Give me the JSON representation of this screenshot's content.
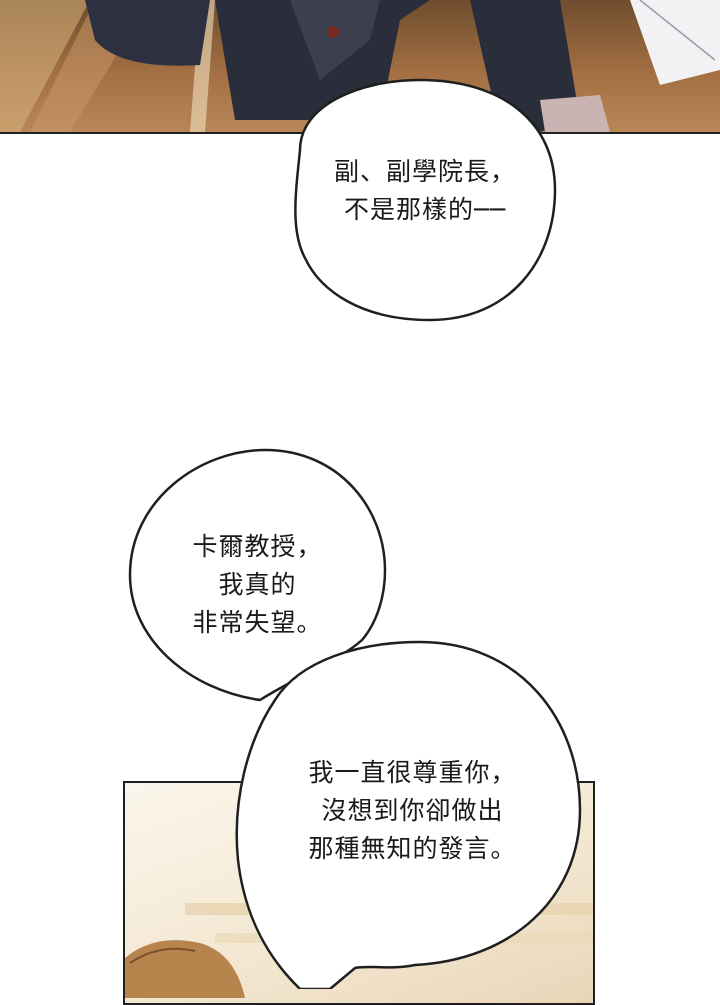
{
  "panels": [
    {
      "id": "top",
      "description": "art"
    },
    {
      "id": "bottom",
      "description": "art"
    }
  ],
  "bubbles": {
    "b1": {
      "lines": [
        "副、副學院長，",
        "不是那樣的──"
      ]
    },
    "b2": {
      "lines": [
        "卡爾教授，",
        "我真的",
        "非常失望。"
      ]
    },
    "b3": {
      "lines": [
        "我一直很尊重你，",
        "沒想到你卻做出",
        "那種無知的發言。"
      ]
    }
  },
  "colors": {
    "outline": "#1f1f1f",
    "bubble_fill": "#ffffff",
    "panel_top": "#a36f43",
    "panel_bottom": "#f3e6cf"
  }
}
